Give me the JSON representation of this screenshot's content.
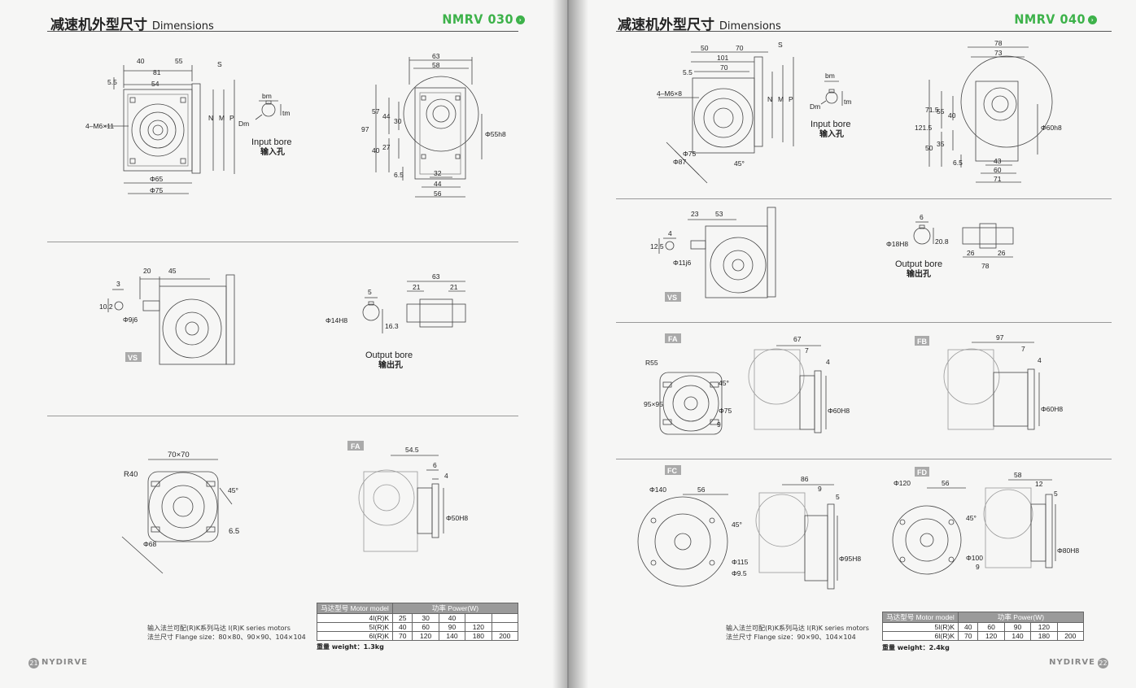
{
  "left_page": {
    "title_cn": "减速机外型尺寸",
    "title_en": "Dimensions",
    "model": "NMRV 030",
    "dims_front": {
      "d40": "40",
      "d55": "55",
      "d81": "81",
      "d54": "54",
      "s": "S",
      "d5_5": "5.5",
      "n": "N",
      "m": "M",
      "p": "P",
      "bolt": "4–M6×11",
      "phi65": "Φ65",
      "phi75": "Φ75"
    },
    "input_bore": {
      "bm": "bm",
      "dm": "Dm",
      "tm": "tm",
      "label_en": "Input bore",
      "label_cn": "输入孔"
    },
    "dims_side": {
      "d63": "63",
      "d58": "58",
      "d97": "97",
      "d57": "57",
      "d44": "44",
      "d30": "30",
      "d40": "40",
      "d27": "27",
      "d6_5": "6.5",
      "d32": "32",
      "d44b": "44",
      "d56": "56",
      "phi55": "Φ55h8"
    },
    "vs": {
      "d3": "3",
      "d10_2": "10.2",
      "d20": "20",
      "d45": "45",
      "phi9": "Φ9j6",
      "tag": "VS"
    },
    "output_bore": {
      "d5": "5",
      "phi14": "Φ14H8",
      "d16_3": "16.3",
      "d63": "63",
      "d21a": "21",
      "d21b": "21",
      "label_en": "Output bore",
      "label_cn": "输出孔"
    },
    "flange": {
      "d70": "70×70",
      "r40": "R40",
      "a45": "45°",
      "d6_5": "6.5",
      "phi68": "Φ68"
    },
    "fa": {
      "tag": "FA",
      "d54_5": "54.5",
      "d6": "6",
      "d4": "4",
      "phi50": "Φ50H8"
    },
    "note_line1": "输入法兰可配(R)K系列马达 I(R)K series motors",
    "note_line2": "法兰尺寸 Flange size：80×80、90×90、104×104",
    "table": {
      "header_model": "马达型号 Motor model",
      "header_power": "功率 Power(W)",
      "rows": [
        {
          "model": "4I(R)K",
          "vals": [
            "25",
            "30",
            "40",
            "",
            ""
          ]
        },
        {
          "model": "5I(R)K",
          "vals": [
            "40",
            "60",
            "90",
            "120",
            ""
          ]
        },
        {
          "model": "6I(R)K",
          "vals": [
            "70",
            "120",
            "140",
            "180",
            "200"
          ]
        }
      ]
    },
    "weight": "重量 weight：1.3kg",
    "page_number": "21",
    "brand": "NYDIRVE"
  },
  "right_page": {
    "title_cn": "减速机外型尺寸",
    "title_en": "Dimensions",
    "model": "NMRV 040",
    "dims_front": {
      "d50": "50",
      "d70": "70",
      "s": "S",
      "d101": "101",
      "d70b": "70",
      "d5_5": "5.5",
      "bolt": "4–M6×8",
      "n": "N",
      "m": "M",
      "p": "P",
      "phi75": "Φ75",
      "phi87": "Φ87",
      "a45": "45°"
    },
    "input_bore": {
      "bm": "bm",
      "dm": "Dm",
      "tm": "tm",
      "label_en": "Input bore",
      "label_cn": "输入孔"
    },
    "dims_side": {
      "d78": "78",
      "d73": "73",
      "d121_5": "121.5",
      "d71_5": "71.5",
      "d55": "55",
      "d40": "40",
      "d50": "50",
      "d35": "35",
      "d6_5": "6.5",
      "d43": "43",
      "d60": "60",
      "d71": "71",
      "phi60": "Φ60h8"
    },
    "vs": {
      "d23": "23",
      "d53": "53",
      "d4": "4",
      "d12_5": "12.5",
      "phi11": "Φ11j6",
      "tag": "VS"
    },
    "output_bore": {
      "d6": "6",
      "phi18": "Φ18H8",
      "d20_8": "20.8",
      "d26a": "26",
      "d26b": "26",
      "d78": "78",
      "label_en": "Output bore",
      "label_cn": "输出孔"
    },
    "fa": {
      "tag": "FA",
      "r55": "R55",
      "d95": "95×95",
      "a45": "45°",
      "phi75": "Φ75",
      "d9": "9",
      "d67": "67",
      "d7": "7",
      "d4": "4",
      "phi60": "Φ60H8"
    },
    "fb": {
      "tag": "FB",
      "d97": "97",
      "d7": "7",
      "d4": "4",
      "phi60": "Φ60H8"
    },
    "fc": {
      "tag": "FC",
      "phi140": "Φ140",
      "d56": "56",
      "a45": "45°",
      "phi115": "Φ115",
      "phi9_5": "Φ9.5",
      "d86": "86",
      "d9": "9",
      "d5": "5",
      "phi95": "Φ95H8"
    },
    "fd": {
      "tag": "FD",
      "phi120": "Φ120",
      "d56": "56",
      "a45": "45°",
      "phi100": "Φ100",
      "d9": "9",
      "d58": "58",
      "d12": "12",
      "d5": "5",
      "phi80": "Φ80H8"
    },
    "note_line1": "输入法兰可配(R)K系列马达 I(R)K series motors",
    "note_line2": "法兰尺寸 Flange size：90×90、104×104",
    "table": {
      "header_model": "马达型号 Motor model",
      "header_power": "功率 Power(W)",
      "rows": [
        {
          "model": "5I(R)K",
          "vals": [
            "40",
            "60",
            "90",
            "120",
            ""
          ]
        },
        {
          "model": "6I(R)K",
          "vals": [
            "70",
            "120",
            "140",
            "180",
            "200"
          ]
        }
      ]
    },
    "weight": "重量 weight：2.4kg",
    "page_number": "22",
    "brand": "NYDIRVE"
  }
}
